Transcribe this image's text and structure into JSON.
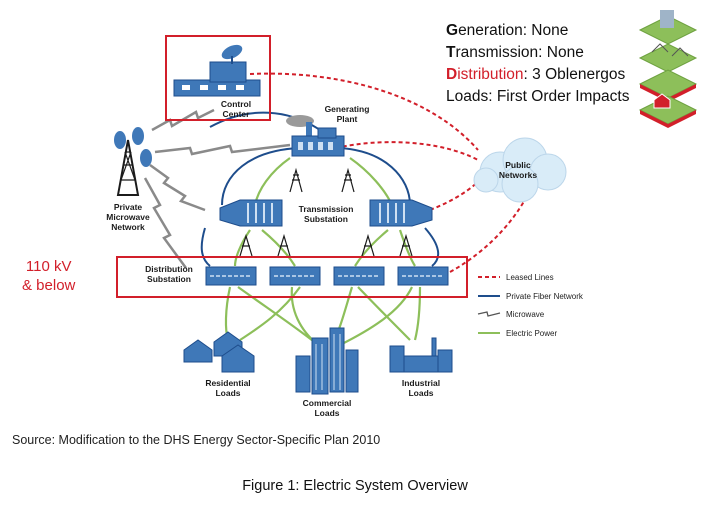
{
  "labels": {
    "control_center": "Control\nCenter",
    "generating_plant": "Generating\nPlant",
    "private_microwave": "Private\nMicrowave\nNetwork",
    "public_networks": "Public\nNetworks",
    "transmission_substation": "Transmission\nSubstation",
    "distribution_substation": "Distribution\nSubstation",
    "residential_loads": "Residential\nLoads",
    "commercial_loads": "Commercial\nLoads",
    "industrial_loads": "Industrial\nLoads"
  },
  "legend": {
    "leased_lines": "Leased Lines",
    "private_fiber": "Private Fiber Network",
    "microwave": "Microwave",
    "electric_power": "Electric Power"
  },
  "info": {
    "generation": {
      "cap": "G",
      "rest": "eneration:  None"
    },
    "transmission": {
      "cap": "T",
      "rest": "ransmission: None"
    },
    "distribution": {
      "cap": "D",
      "rest1": "istribution",
      "rest2": ": 3 Oblenergos"
    },
    "loads": "Loads: First Order Impacts"
  },
  "side_note": {
    "line1": "110 kV",
    "line2": "& below"
  },
  "source": "Source:  Modification to the DHS Energy Sector-Specific Plan 2010",
  "caption": "Figure 1: Electric System Overview",
  "colors": {
    "red": "#d21f2a",
    "fiber_blue": "#1e4d8c",
    "power_green": "#8dbf5a",
    "equipment_blue": "#3f78b8",
    "microwave_gray": "#8a8a8a"
  }
}
